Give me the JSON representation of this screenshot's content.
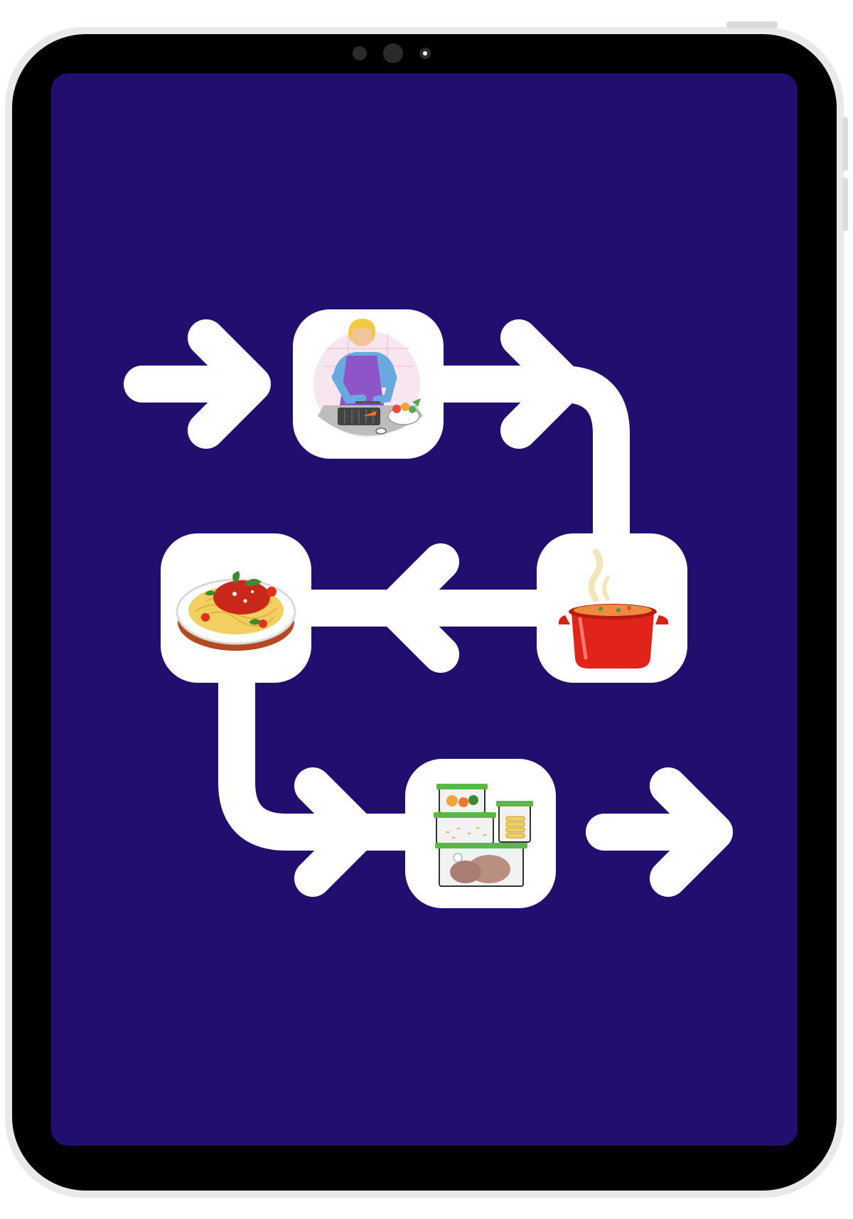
{
  "device": {
    "type": "tablet",
    "bezel_color": "#000000",
    "frame_color": "#e9e9e9",
    "screen_color": "#220e6e",
    "front_camera_count": 3
  },
  "flow": {
    "line_color": "#ffffff",
    "tile_color": "#ffffff",
    "steps": [
      {
        "icon": "chef-chopping-vegetables-icon",
        "description_visible": false
      },
      {
        "icon": "steaming-red-cooking-pot-icon",
        "description_visible": false
      },
      {
        "icon": "spaghetti-plate-icon",
        "description_visible": false
      },
      {
        "icon": "food-storage-containers-icon",
        "description_visible": false
      }
    ],
    "direction": [
      "in",
      "step-1",
      "step-2",
      "step-3",
      "step-4",
      "out"
    ]
  }
}
